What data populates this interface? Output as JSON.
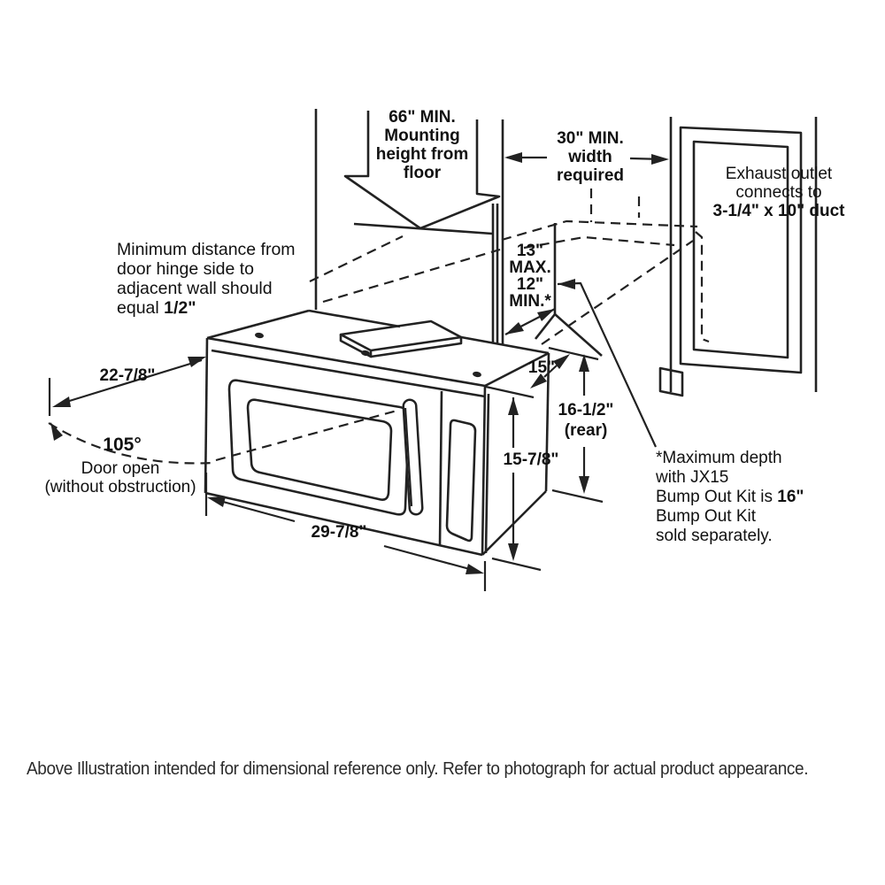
{
  "page": {
    "background": "#ffffff"
  },
  "colors": {
    "line": "#222222",
    "text": "#111111"
  },
  "diagram": {
    "labels": {
      "mounting_height": {
        "lines": [
          "66\" MIN.",
          "Mounting",
          "height from",
          "floor"
        ]
      },
      "width_required": {
        "lines": [
          "30\" MIN.",
          "width",
          "required"
        ]
      },
      "exhaust_outlet": {
        "line1": "Exhaust outlet",
        "line2": "connects to",
        "line3": "3-1/4\" x 10\" duct"
      },
      "min_distance": {
        "line1": "Minimum distance from",
        "line2": "door hinge side to",
        "line3": "adjacent wall should",
        "line4_pre": "equal ",
        "line4_bold": "1/2\""
      },
      "cabinet_depth": {
        "lines": [
          "13\"",
          "MAX.",
          "12\"",
          "MIN.*"
        ]
      },
      "door_depth": "22-7/8\"",
      "door_angle": "105°",
      "door_open_line1": "Door open",
      "door_open_line2": "(without obstruction)",
      "top_depth": "15\"",
      "rear_height_line1": "16-1/2\"",
      "rear_height_line2": "(rear)",
      "front_height": "15-7/8\"",
      "overall_width": "29-7/8\"",
      "bump_note": {
        "line1": "*Maximum depth",
        "line2": "with JX15",
        "line3_pre": "Bump Out Kit is ",
        "line3_bold": "16\"",
        "line4": "Bump Out Kit",
        "line5": "sold separately."
      }
    }
  },
  "footer": {
    "disclaimer": "Above Illustration intended for dimensional reference only. Refer to photograph for actual product appearance."
  }
}
